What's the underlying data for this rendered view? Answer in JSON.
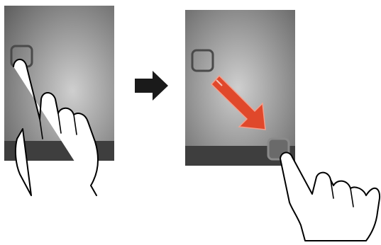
{
  "diagram": {
    "steps": [
      {
        "panel": "before",
        "gesture": "tap-and-hold",
        "icon": "app-icon-placeholder"
      },
      {
        "panel": "after",
        "gesture": "drag-to-bottom-bar",
        "icon": "app-icon-placeholder"
      }
    ],
    "transition_icon": "right-arrow-icon",
    "drag_arrow_icon": "diagonal-red-arrow-icon"
  },
  "colors": {
    "screen_center": "#cfcfcf",
    "screen_edge": "#5a5a5a",
    "bottom_bar": "#3e3e3e",
    "icon_outline": "#4a4a4a",
    "transition_arrow": "#1a1a1a",
    "drag_arrow": "#e0482b",
    "hand_stroke": "#000000",
    "hand_fill": "#ffffff"
  }
}
